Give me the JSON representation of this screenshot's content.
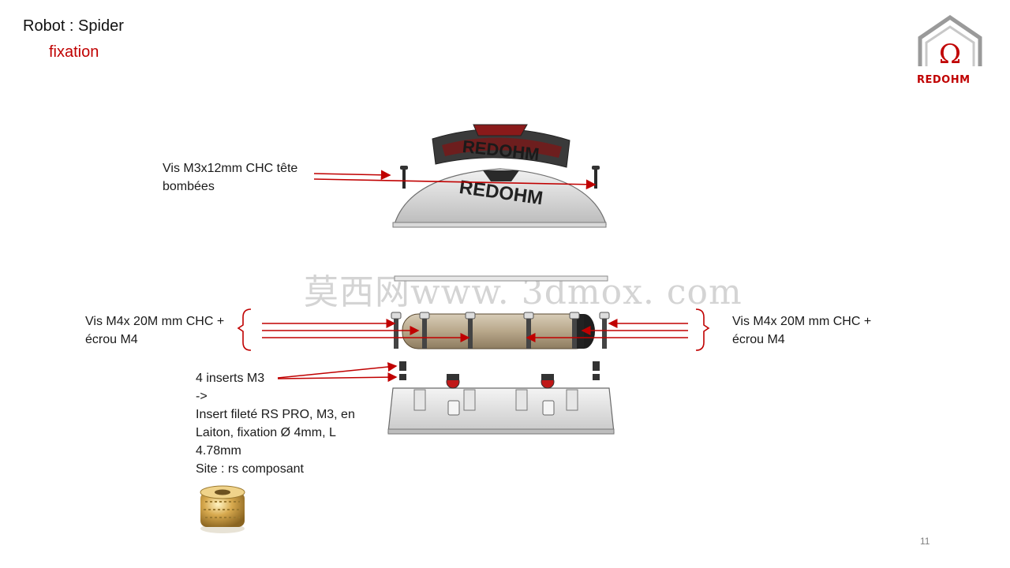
{
  "slide": {
    "title": "Robot : Spider",
    "subtitle": "fixation",
    "page_number": "11"
  },
  "logo": {
    "text": "REDOHM",
    "symbol": "omega-icon",
    "accent_color": "#c00000"
  },
  "watermark": {
    "text": "莫西网www. 3dmox. com"
  },
  "labels": {
    "screws_top": [
      "Vis M3x12mm CHC tête",
      "bombées"
    ],
    "screws_left": [
      "Vis M4x 20M mm CHC +",
      "écrou M4"
    ],
    "screws_right": [
      "Vis M4x 20M mm CHC +",
      "écrou M4"
    ],
    "inserts": [
      "4 inserts M3",
      "->",
      "Insert fileté RS PRO, M3, en",
      "Laiton, fixation Ø 4mm, L",
      "4.78mm",
      "Site : rs composant"
    ]
  },
  "parts": {
    "top_plate_text": "REDOHM",
    "dome_text": "REDOHM"
  },
  "colors": {
    "arrow": "#c00000",
    "title": "#111111",
    "subtitle": "#c00000"
  }
}
